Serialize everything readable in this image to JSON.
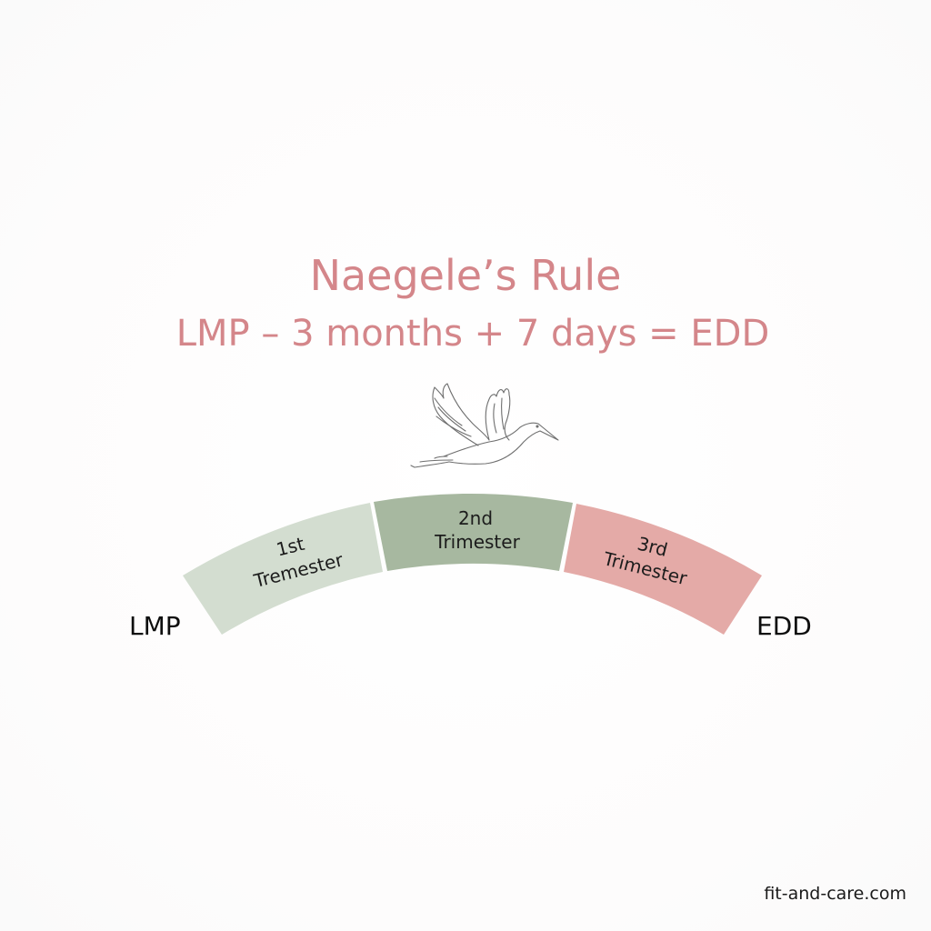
{
  "header": {
    "title": "Naegele’s Rule",
    "formula": "LMP – 3 months + 7 days = EDD"
  },
  "illustration": {
    "icon": "stork-icon"
  },
  "timeline": {
    "start_label": "LMP",
    "end_label": "EDD",
    "segments": [
      {
        "line1": "1st",
        "line2": "Tremester",
        "color": "#d3ddd0"
      },
      {
        "line1": "2nd",
        "line2": "Trimester",
        "color": "#a7b8a0"
      },
      {
        "line1": "3rd",
        "line2": "Trimester",
        "color": "#e4aaa7"
      }
    ]
  },
  "colors": {
    "title": "#d4868a",
    "text": "#111111",
    "background": "#ffffff"
  },
  "footer": {
    "watermark": "fit-and-care.com"
  }
}
